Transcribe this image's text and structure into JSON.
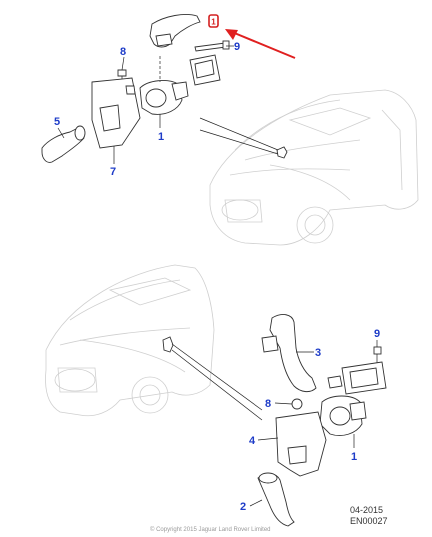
{
  "callouts_top": [
    "1",
    "5",
    "7",
    "8",
    "9"
  ],
  "callouts_bottom": [
    "1",
    "2",
    "3",
    "4",
    "8",
    "9"
  ],
  "highlight_marker": "1",
  "colors": {
    "callout": "#1e3cc8",
    "highlight": "#d42020",
    "arrow": "#e02020"
  },
  "footer": {
    "date": "04-2015",
    "code": "EN00027",
    "copyright": "© Copyright 2015 Jaguar Land Rover Limited"
  }
}
